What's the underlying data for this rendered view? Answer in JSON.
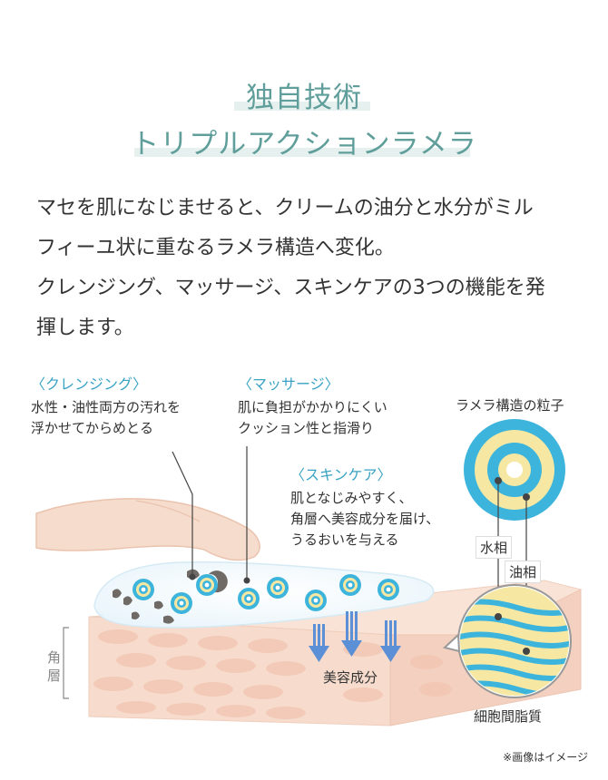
{
  "header": {
    "title_line1": "独自技術",
    "title_line2": "トリプルアクションラメラ"
  },
  "intro": {
    "line1": "マセを肌になじませると、クリームの油分と水分がミル",
    "line2": "フィーユ状に重なるラメラ構造へ変化。",
    "line3": "クレンジング、マッサージ、スキンケアの3つの機能を発",
    "line4": "揮します。"
  },
  "functions": [
    {
      "heading": "〈クレンジング〉",
      "description": "水性・油性両方の汚れを\n浮かせてからめとる"
    },
    {
      "heading": "〈マッサージ〉",
      "description": "肌に負担がかかりにくい\nクッション性と指滑り"
    },
    {
      "heading": "〈スキンケア〉",
      "description": "肌となじみやすく、\n角層へ美容成分を届け、\nうるおいを与える"
    }
  ],
  "diagram_labels": {
    "particle_title": "ラメラ構造の粒子",
    "water_phase": "水相",
    "oil_phase": "油相",
    "stratum_corneum": "角層",
    "ingredients": "美容成分",
    "intercellular_lipid": "細胞間脂質"
  },
  "footnote": "※画像はイメージ",
  "colors": {
    "title_teal": "#5f9e9a",
    "label_blue": "#3aa3c4",
    "arrow_blue": "#5b8fd6",
    "skin": "#f6d6c4",
    "particle_blue": "#3db4dc",
    "particle_yellow": "#f6e8a3"
  }
}
